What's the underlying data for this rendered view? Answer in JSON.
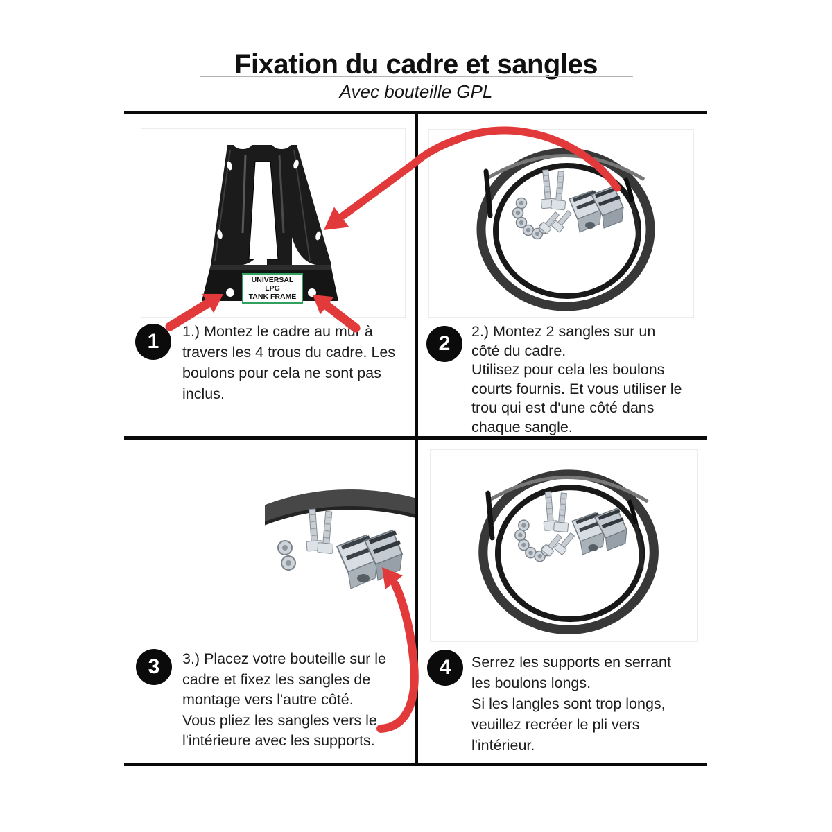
{
  "header": {
    "title": "Fixation du cadre et sangles",
    "subtitle": "Avec bouteille GPL"
  },
  "steps": [
    {
      "number": "1",
      "text": "1.) Montez le cadre au mur à\ntravers les 4 trous du cadre. Les\nboulons pour cela ne sont pas\ninclus."
    },
    {
      "number": "2",
      "text": "2.) Montez 2 sangles sur un\ncôté du cadre.\nUtilisez pour cela les boulons\ncourts fournis. Et vous utiliser le\ntrou qui est d'une côté dans\nchaque sangle."
    },
    {
      "number": "3",
      "text": "3.) Placez votre bouteille sur le\ncadre et fixez les sangles de\nmontage vers l'autre côté.\nVous pliez les sangles vers le\nl'intérieure avec les supports."
    },
    {
      "number": "4",
      "text": "Serrez les supports en serrant\nles boulons longs.\nSi les langles sont trop longs,\nveuillez recréer le pli vers\nl'intérieur."
    }
  ],
  "frame_label": {
    "line1": "UNIVERSAL LPG",
    "line2": "TANK FRAME"
  },
  "colors": {
    "arrow_red": "#e23a3a",
    "label_green": "#2fa05e"
  }
}
